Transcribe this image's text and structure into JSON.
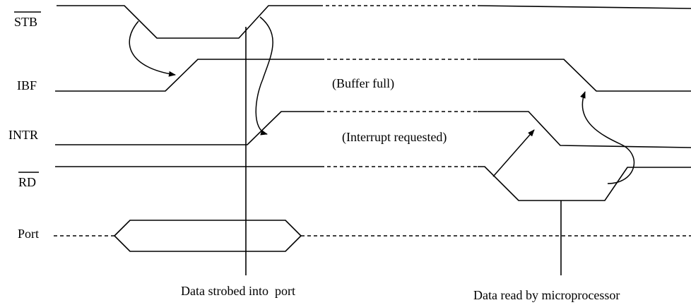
{
  "signals": {
    "stb": "STB",
    "ibf": "IBF",
    "intr": "INTR",
    "rd": "RD",
    "port": "Port"
  },
  "annotations": {
    "buffer_full": "(Buffer full)",
    "interrupt_requested": "(Interrupt requested)",
    "data_strobed": "Data strobed into  port",
    "data_read": "Data read by microprocessor"
  }
}
